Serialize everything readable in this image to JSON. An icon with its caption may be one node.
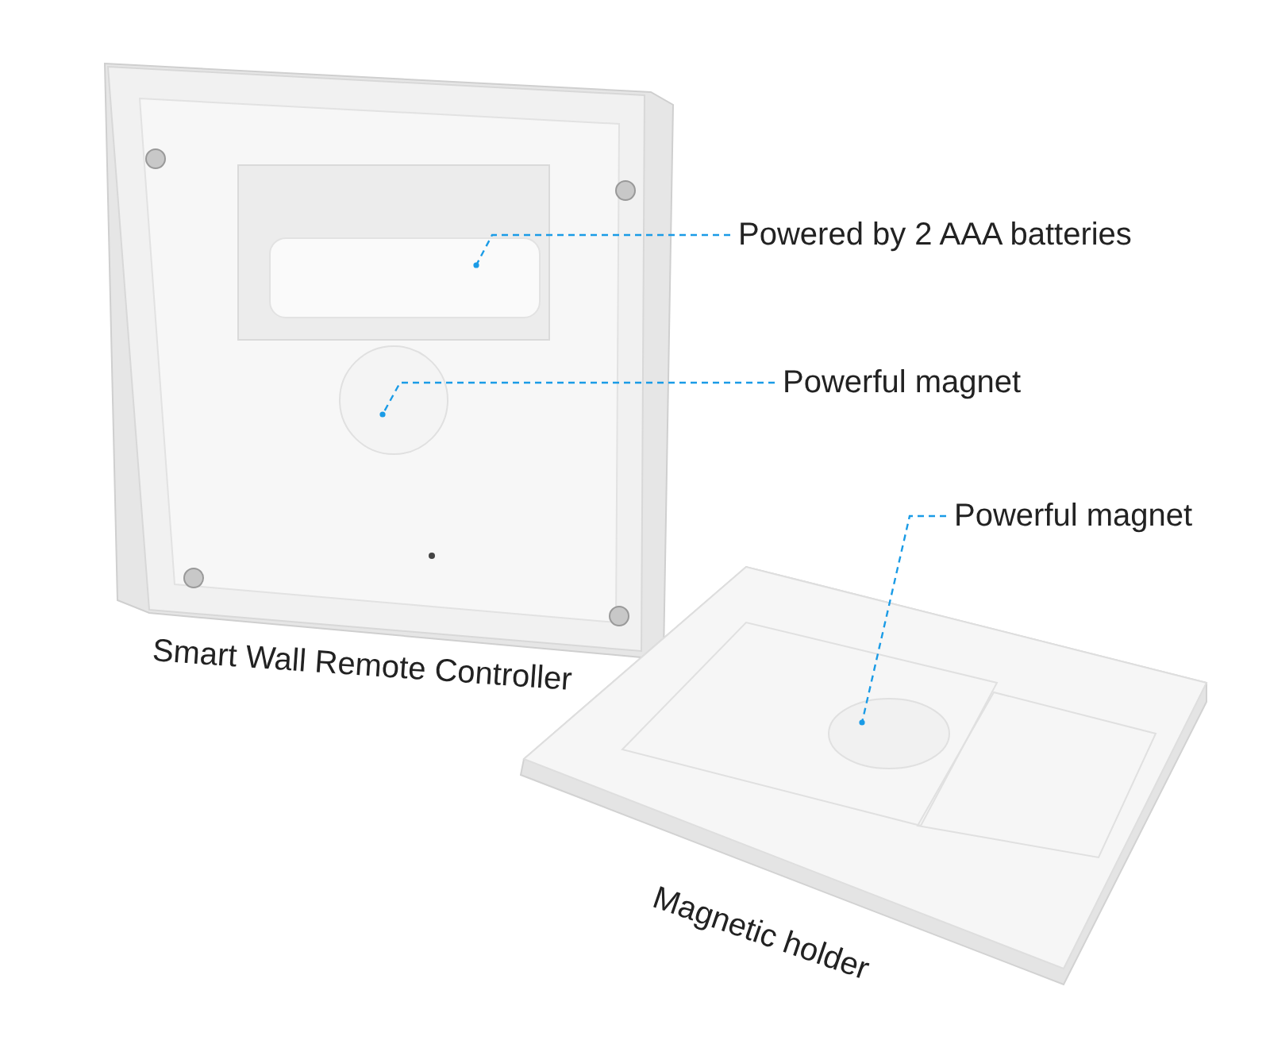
{
  "diagram": {
    "nodes": [
      {
        "text": [
          "Powered by 2 AAA batteries"
        ]
      },
      {
        "text": [
          "Powerful magnet"
        ]
      },
      {
        "text": [
          "Powerful magnet"
        ]
      }
    ],
    "edges": [
      {
        "from": 0,
        "to": null,
        "arrow": "other",
        "style": "dashed"
      },
      {
        "from": 1,
        "to": null,
        "arrow": "other",
        "style": "dashed"
      },
      {
        "from": 2,
        "to": null,
        "arrow": "other",
        "style": "dashed"
      }
    ],
    "labels": [
      "Smart Wall Remote Controller",
      "Magnetic holder"
    ]
  }
}
